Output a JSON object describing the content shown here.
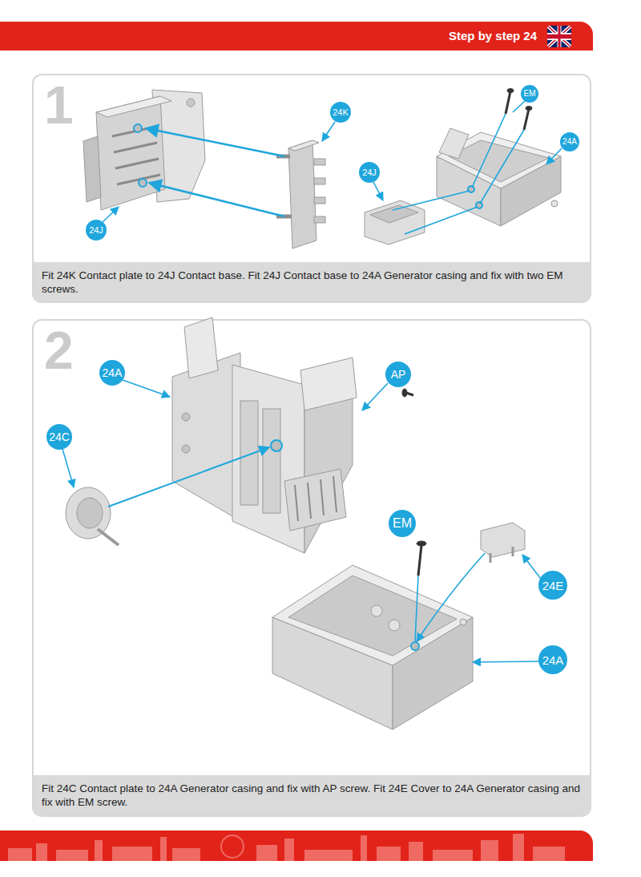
{
  "diagram": {
    "title": "Step by step 24",
    "nodes": [
      {
        "text": [
          "1"
        ]
      },
      {
        "text": [
          "Fit 24K Contact plate to 24J Contact base. Fit 24J Contact base to 24A Generator casing and fix with two EM screws."
        ],
        "in": 0
      },
      {
        "text": [
          "24K"
        ],
        "in": 0
      },
      {
        "text": [
          "24J"
        ],
        "in": 0
      },
      {
        "text": [
          "EM"
        ],
        "in": 0
      },
      {
        "text": [
          "24A"
        ],
        "in": 0
      },
      {
        "text": [
          "24J"
        ],
        "in": 0
      },
      {
        "text": [
          "2"
        ]
      },
      {
        "text": [
          "Fit 24C Contact plate to 24A Generator casing and fix with AP screw. Fit 24E Cover to 24A Generator casing and fix with EM screw."
        ],
        "in": 7
      },
      {
        "text": [
          "24A"
        ],
        "in": 7
      },
      {
        "text": [
          "AP"
        ],
        "in": 7
      },
      {
        "text": [
          "24C"
        ],
        "in": 7
      },
      {
        "text": [
          "EM"
        ],
        "in": 7
      },
      {
        "text": [
          "24E"
        ],
        "in": 7
      },
      {
        "text": [
          "24A"
        ],
        "in": 7
      }
    ]
  }
}
